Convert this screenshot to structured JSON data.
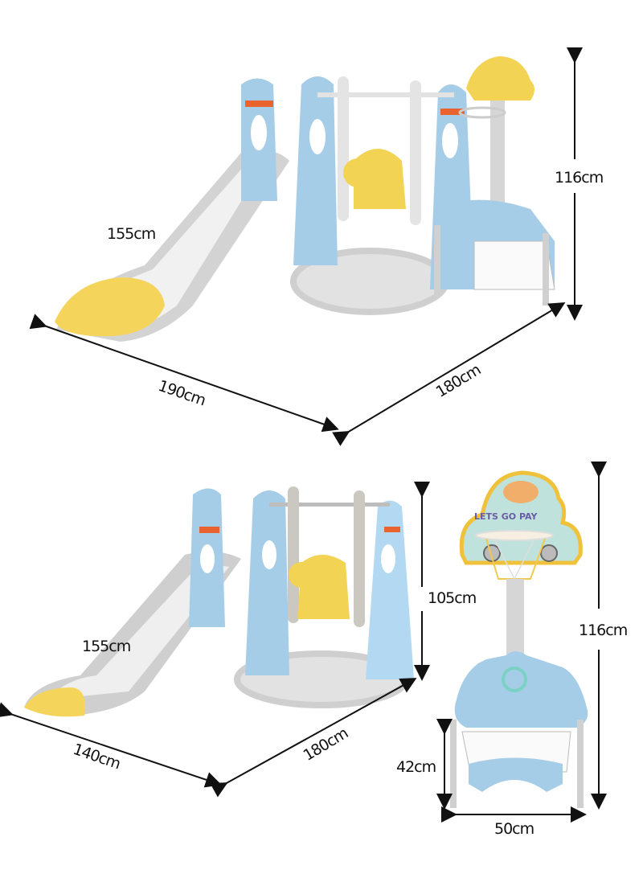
{
  "top_view": {
    "height_label": "116cm",
    "slide_length_label": "155cm",
    "width_label": "190cm",
    "depth_label": "180cm"
  },
  "bottom_left_view": {
    "height_label": "105cm",
    "slide_length_label": "155cm",
    "width_label": "140cm",
    "depth_label": "180cm"
  },
  "bottom_right_view": {
    "hoop_height_label": "116cm",
    "goal_height_label": "42cm",
    "goal_width_label": "50cm",
    "backboard_text": "LETS GO PAY"
  },
  "colors": {
    "blue": "#9cc8e6",
    "yellow": "#f2d354",
    "gray": "#cfcfcf",
    "light_gray": "#ececec",
    "orange": "#e8632d",
    "teal": "#bfe3dc"
  }
}
